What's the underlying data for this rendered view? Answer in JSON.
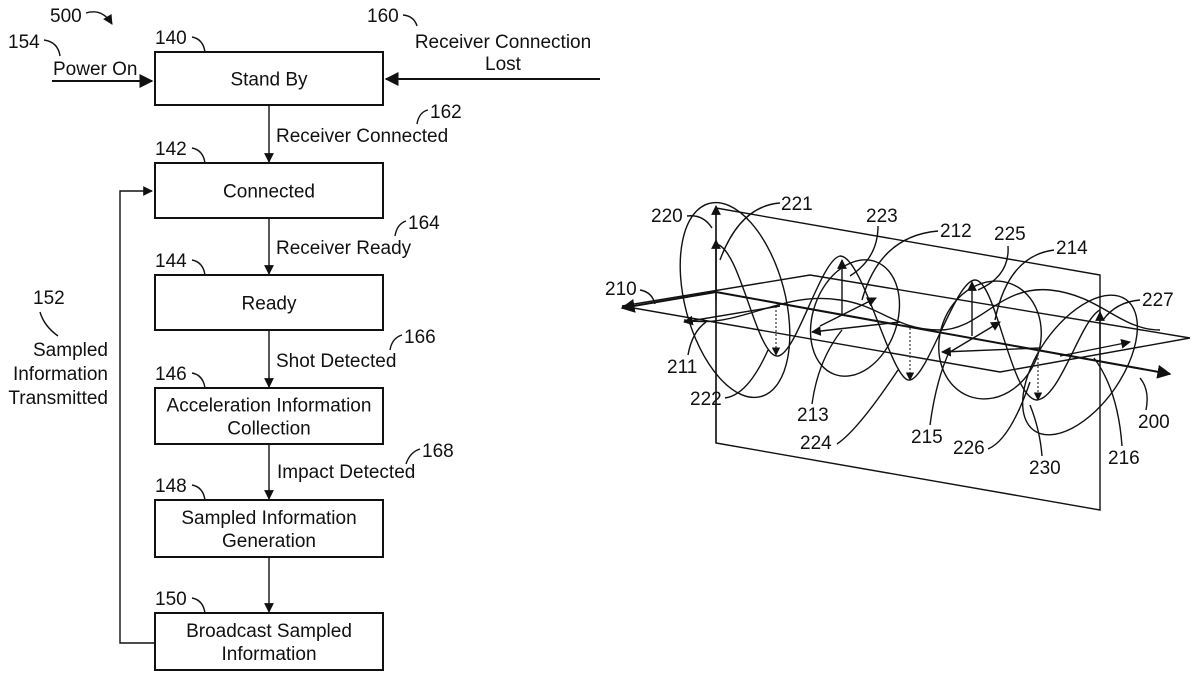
{
  "figure_number": "500",
  "flowchart": {
    "states": [
      {
        "ref": "140",
        "lines": [
          "Stand By"
        ]
      },
      {
        "ref": "142",
        "lines": [
          "Connected"
        ]
      },
      {
        "ref": "144",
        "lines": [
          "Ready"
        ]
      },
      {
        "ref": "146",
        "lines": [
          "Acceleration Information",
          "Collection"
        ]
      },
      {
        "ref": "148",
        "lines": [
          "Sampled Information",
          "Generation"
        ]
      },
      {
        "ref": "150",
        "lines": [
          "Broadcast Sampled",
          "Information"
        ]
      }
    ],
    "transitions": [
      {
        "ref": "162",
        "label": "Receiver Connected"
      },
      {
        "ref": "164",
        "label": "Receiver Ready"
      },
      {
        "ref": "166",
        "label": "Shot Detected"
      },
      {
        "ref": "168",
        "label": "Impact Detected"
      }
    ],
    "power_on": {
      "ref": "154",
      "label": "Power On"
    },
    "connection_lost": {
      "ref": "160",
      "lines": [
        "Receiver Connection",
        "Lost"
      ]
    },
    "feedback": {
      "ref": "152",
      "lines": [
        "Sampled",
        "Information",
        "Transmitted"
      ]
    }
  },
  "wave_diagram": {
    "refs": [
      "200",
      "210",
      "211",
      "212",
      "213",
      "214",
      "215",
      "216",
      "220",
      "221",
      "222",
      "223",
      "224",
      "225",
      "226",
      "227",
      "230"
    ]
  }
}
